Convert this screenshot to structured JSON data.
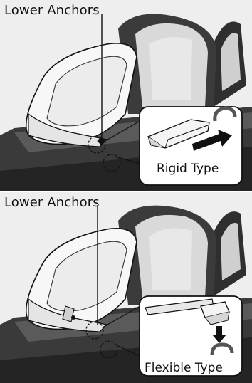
{
  "panels": [
    {
      "callout_label": "Lower Anchors",
      "type_label": "Rigid Type"
    },
    {
      "callout_label": "Lower Anchors",
      "type_label": "Flexible Type"
    }
  ],
  "colors": {
    "background": "#eeeeee",
    "seat_light": "#d4d4d4",
    "seat_dark": "#3a3a3a",
    "outline": "#111111"
  }
}
